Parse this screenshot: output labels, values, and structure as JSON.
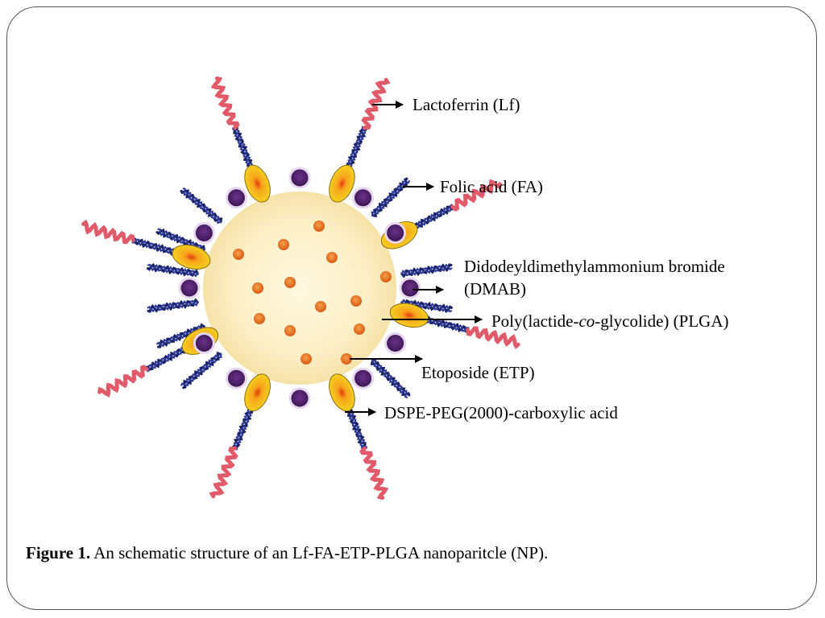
{
  "labels": {
    "lactoferrin": "Lactoferrin (Lf)",
    "folic_acid": "Folic acid (FA)",
    "dmab_line1": "Didodeyldimethylammonium bromide",
    "dmab_line2": "(DMAB)",
    "plga_prefix": "Poly(lactide-",
    "plga_italic": "co",
    "plga_suffix": "-glycolide) (PLGA)",
    "etoposide": "Etoposide (ETP)",
    "dspe": "DSPE-PEG(2000)-carboxylic acid"
  },
  "caption": {
    "figure": "Figure 1.",
    "text": " An schematic structure of an Lf-FA-ETP-PLGA nanoparitcle (NP)."
  },
  "colors": {
    "core": "#fbecc0",
    "drug": "#e8782a",
    "chain": "#1c2568",
    "lactoferrin": "#e05a6a",
    "peg_bead": "#f5c420",
    "dmab": "#5a2a78"
  }
}
